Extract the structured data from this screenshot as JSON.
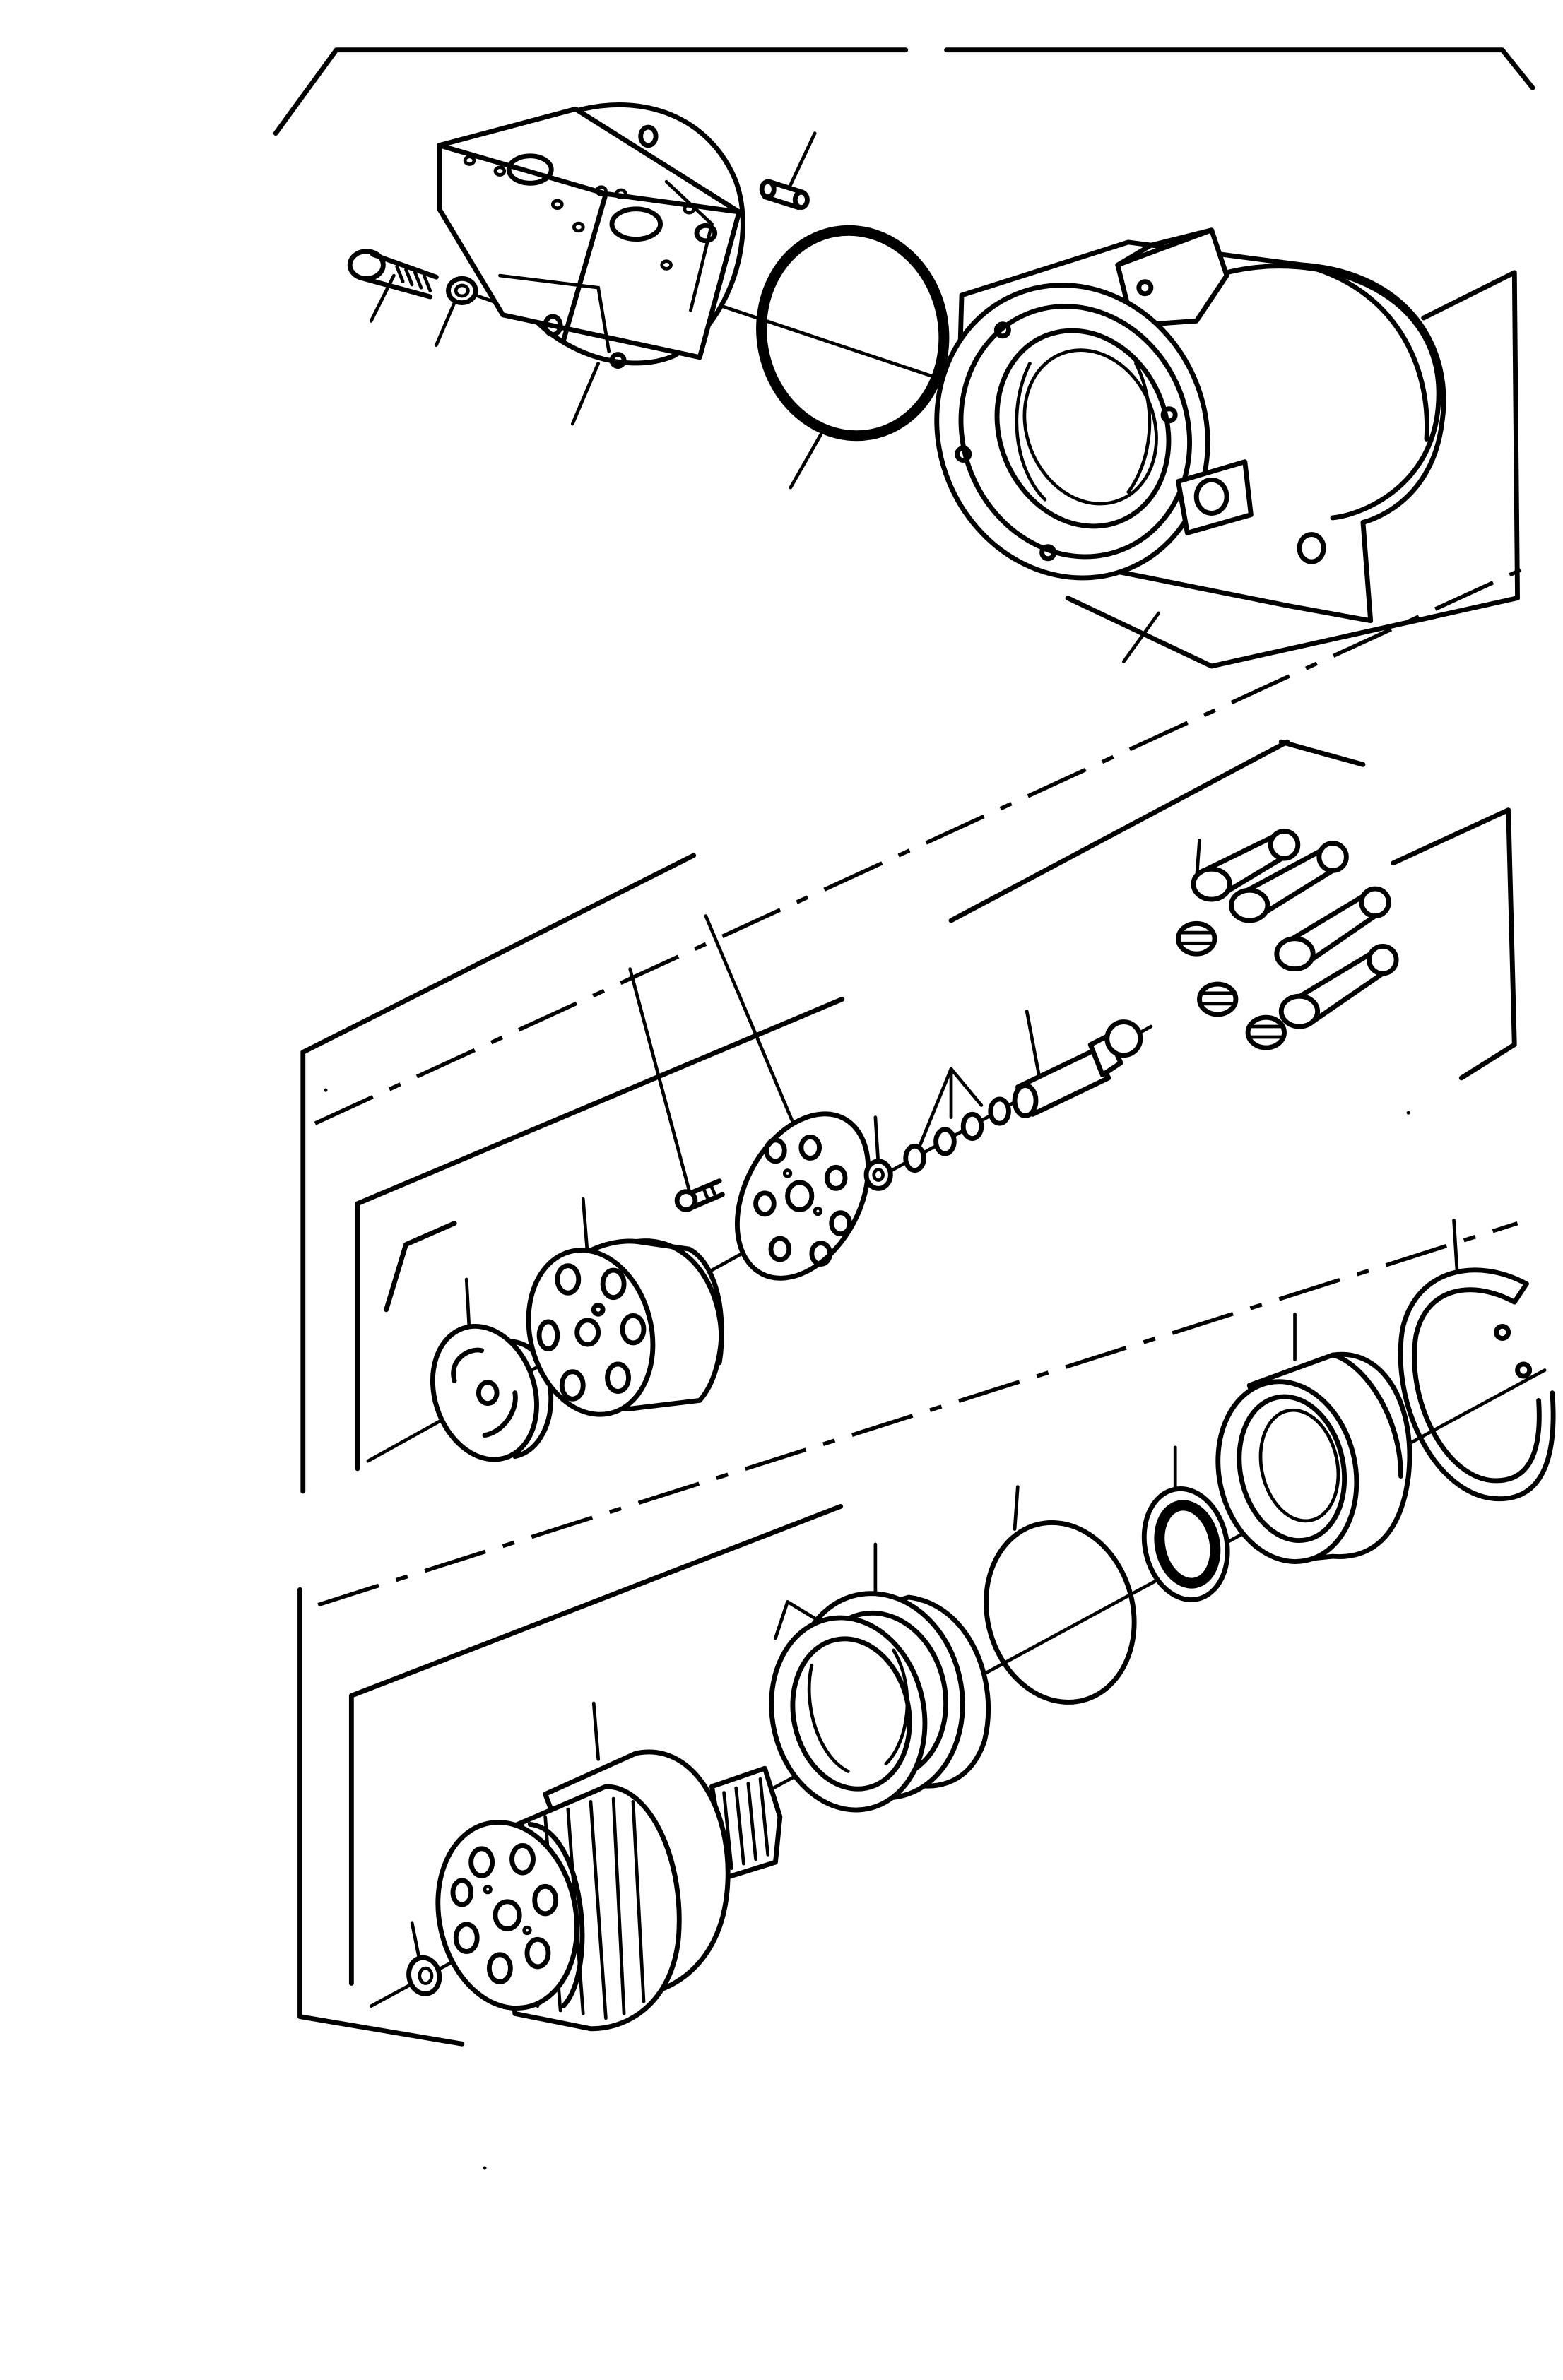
{
  "diagram": {
    "kind": "exploded-assembly",
    "groups": [
      {
        "name": "flange-cover",
        "parts": [
          "cap-screw",
          "washer",
          "flange-cover",
          "dowel-pin",
          "o-ring"
        ]
      },
      {
        "name": "motor-housing",
        "parts": [
          "housing"
        ]
      },
      {
        "name": "cylinder-group",
        "parts": [
          "valve-plate",
          "cylinder-block",
          "screw",
          "retaining-plate",
          "spring-and-washers",
          "center-pin",
          "pistons"
        ]
      },
      {
        "name": "shaft-group",
        "parts": [
          "circlip",
          "bearing-cover",
          "shaft-seal",
          "o-ring",
          "spacer-rings",
          "drive-shaft-assembly",
          "nut"
        ]
      }
    ],
    "piston_count": 7,
    "line_color": "#000000",
    "background": "#ffffff"
  }
}
